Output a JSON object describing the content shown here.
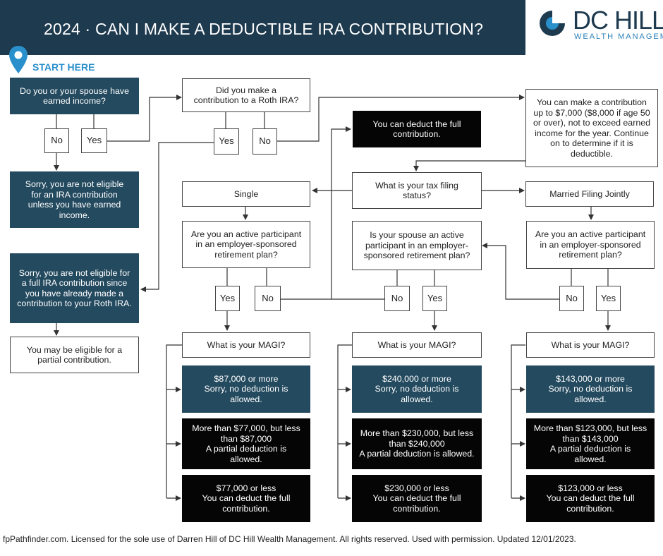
{
  "title": "2024 · CAN I MAKE A DEDUCTIBLE IRA CONTRIBUTION?",
  "logo": {
    "name": "DC HILL",
    "subtitle": "WEALTH MANAGEMENT"
  },
  "start_label": "START HERE",
  "nodes": {
    "q_earned": "Do you or your spouse have earned income?",
    "earned_no": "No",
    "earned_yes": "Yes",
    "no_income_result": "Sorry, you are not eligible for an IRA contribution unless you have earned income.",
    "q_roth": "Did you make a contribution to a Roth IRA?",
    "roth_yes": "Yes",
    "roth_no": "No",
    "roth_result": "Sorry, you are not eligible for a full IRA contribution since you have already made a contribution to your Roth IRA.",
    "partial_note": "You may be eligible for a partial contribution.",
    "contrib_limit": "You can make a contribution up to $7,000 ($8,000 if age 50 or over), not to exceed earned income for the year. Continue on to determine if it is deductible.",
    "full_deduct_top": "You can deduct the full contribution.",
    "q_status": "What is your tax filing status?",
    "single": "Single",
    "mfj": "Married Filing Jointly",
    "q_active_single": "Are you an active participant in an employer-sponsored retirement plan?",
    "q_spouse_active": "Is your spouse an active participant in an employer-sponsored retirement plan?",
    "q_active_mfj": "Are you an active participant in an employer-sponsored retirement plan?",
    "s_yes": "Yes",
    "s_no": "No",
    "sp_no": "No",
    "sp_yes": "Yes",
    "m_no": "No",
    "m_yes": "Yes",
    "magi_1": "What is your MAGI?",
    "magi_2": "What is your MAGI?",
    "magi_3": "What is your MAGI?"
  },
  "tiers": [
    {
      "high": [
        "$87,000 or more",
        "Sorry, no deduction is allowed."
      ],
      "mid": [
        "More than $77,000, but less than $87,000",
        "A partial deduction is allowed."
      ],
      "low": [
        "$77,000 or less",
        "You can deduct the full contribution."
      ]
    },
    {
      "high": [
        "$240,000 or more",
        "Sorry, no deduction is allowed."
      ],
      "mid": [
        "More than $230,000, but less than $240,000",
        "A partial deduction is allowed."
      ],
      "low": [
        "$230,000 or less",
        "You can deduct the full contribution."
      ]
    },
    {
      "high": [
        "$143,000 or more",
        "Sorry, no deduction is allowed."
      ],
      "mid": [
        "More than $123,000, but less than $143,000",
        "A partial deduction is allowed."
      ],
      "low": [
        "$123,000 or less",
        "You can deduct the full contribution."
      ]
    }
  ],
  "footer": "fpPathfinder.com. Licensed for the sole use of Darren Hill of DC Hill Wealth Management. All rights reserved. Used with permission. Updated 12/01/2023.",
  "colors": {
    "navy": "#1e3a4f",
    "teal": "#244a5f",
    "black": "#050505",
    "accent": "#2a90cc"
  }
}
